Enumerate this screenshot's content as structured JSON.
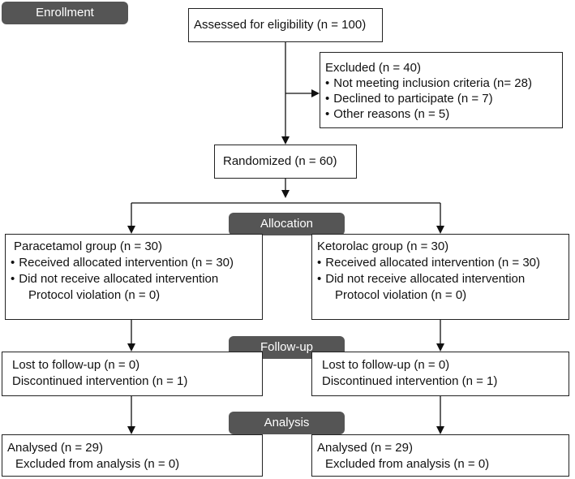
{
  "stages": {
    "enrollment": "Enrollment",
    "allocation": "Allocation",
    "followup": "Follow-up",
    "analysis": "Analysis"
  },
  "assessed": "Assessed for eligibility (n = 100)",
  "excluded": {
    "title": "Excluded  (n = 40)",
    "items": [
      "Not meeting inclusion criteria (n= 28)",
      "Declined to participate (n = 7)",
      "Other reasons  (n = 5)"
    ]
  },
  "randomized": "Randomized (n = 60)",
  "left": {
    "allocation": {
      "title": "Paracetamol  group  (n = 30)",
      "item1": "Received allocated intervention (n = 30)",
      "item2": "Did not receive allocated intervention",
      "item3": "Protocol violation (n = 0)"
    },
    "followup": {
      "line1": "Lost to follow-up (n = 0)",
      "line2": "Discontinued intervention (n = 1)"
    },
    "analysis": {
      "line1": "Analysed (n = 29)",
      "line2": "Excluded from analysis (n = 0)"
    }
  },
  "right": {
    "allocation": {
      "title": "Ketorolac group (n = 30)",
      "item1": "Received allocated intervention (n = 30)",
      "item2": "Did not receive allocated intervention",
      "item3": "Protocol violation (n = 0)"
    },
    "followup": {
      "line1": "Lost to follow-up (n = 0)",
      "line2": "Discontinued intervention (n = 1)"
    },
    "analysis": {
      "line1": "Analysed (n = 29)",
      "line2": "Excluded from analysis (n = 0)"
    }
  }
}
